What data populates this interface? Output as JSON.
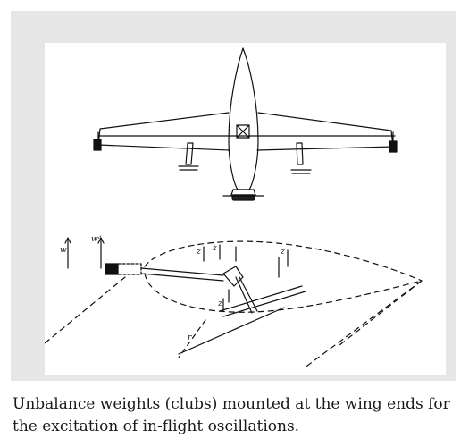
{
  "caption": {
    "line1": "Unbalance weights (clubs) mounted at the wing ends for",
    "line2": "the excitation of in-flight oscillations."
  },
  "figure": {
    "labels": {
      "left_axis": "w",
      "axis_w_d": "wᵈ",
      "axis_r": "r",
      "mark_a": "z",
      "mark_b": "z",
      "mark_c": "z",
      "mark_d": "z"
    }
  },
  "colors": {
    "frame_background": "#e6e6e6",
    "ink": "#111111"
  }
}
